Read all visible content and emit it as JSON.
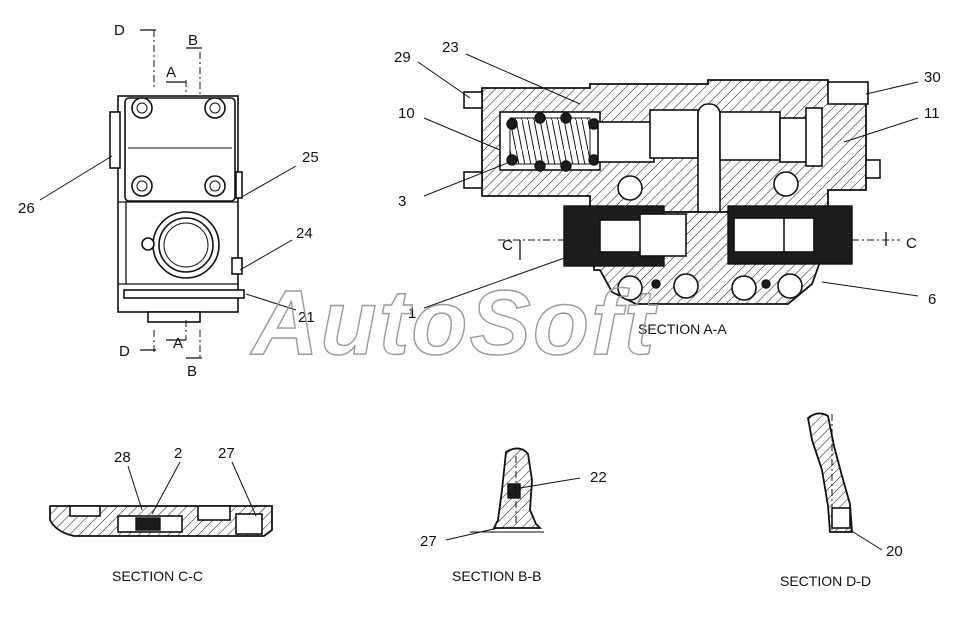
{
  "watermark": "AutoSoft",
  "colors": {
    "ink": "#111111",
    "watermark": "#9a9a9a",
    "background": "#ffffff"
  },
  "section_markers": {
    "top": {
      "d": "D",
      "b": "B",
      "a": "A"
    },
    "bottom": {
      "d": "D",
      "a": "A",
      "b": "B"
    },
    "c_left": "C",
    "c_right": "C"
  },
  "callouts": {
    "left_view": {
      "p26": "26",
      "p25": "25",
      "p24": "24",
      "p21": "21"
    },
    "section_aa": {
      "p29": "29",
      "p23": "23",
      "p30": "30",
      "p10": "10",
      "p11": "11",
      "p3": "3",
      "p1": "1",
      "p6": "6"
    },
    "section_cc": {
      "p28": "28",
      "p2": "2",
      "p27": "27"
    },
    "section_bb": {
      "p22": "22",
      "p27": "27"
    },
    "section_dd": {
      "p20": "20"
    }
  },
  "section_titles": {
    "aa": "SECTION A-A",
    "cc": "SECTION C-C",
    "bb": "SECTION B-B",
    "dd": "SECTION D-D"
  }
}
